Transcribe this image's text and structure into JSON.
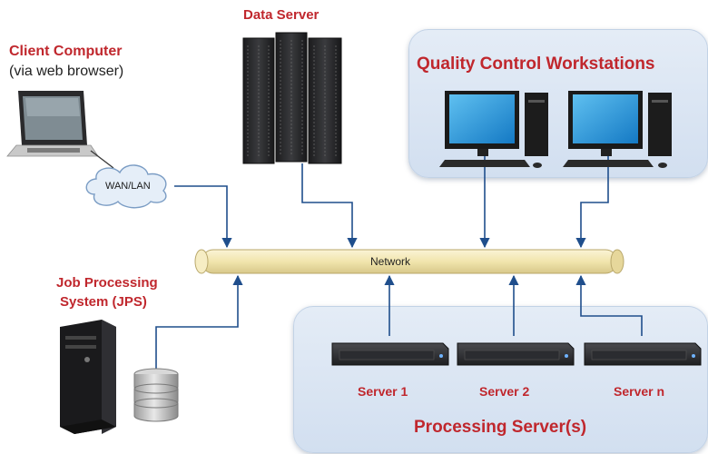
{
  "labels": {
    "data_server": "Data Server",
    "client_computer": "Client Computer",
    "client_sub": "(via web browser)",
    "wan": "WAN/LAN",
    "network": "Network",
    "jps_line1": "Job Processing",
    "jps_line2": "System (JPS)",
    "qc_title": "Quality Control Workstations",
    "processing_title": "Processing Server(s)",
    "servers": [
      "Server 1",
      "Server 2",
      "Server n"
    ]
  },
  "colors": {
    "label_red": "#c0272d",
    "connector_blue": "#1f4e8c",
    "network_bus": "#f4e9b8",
    "panel_bg": "#dae5f3"
  }
}
